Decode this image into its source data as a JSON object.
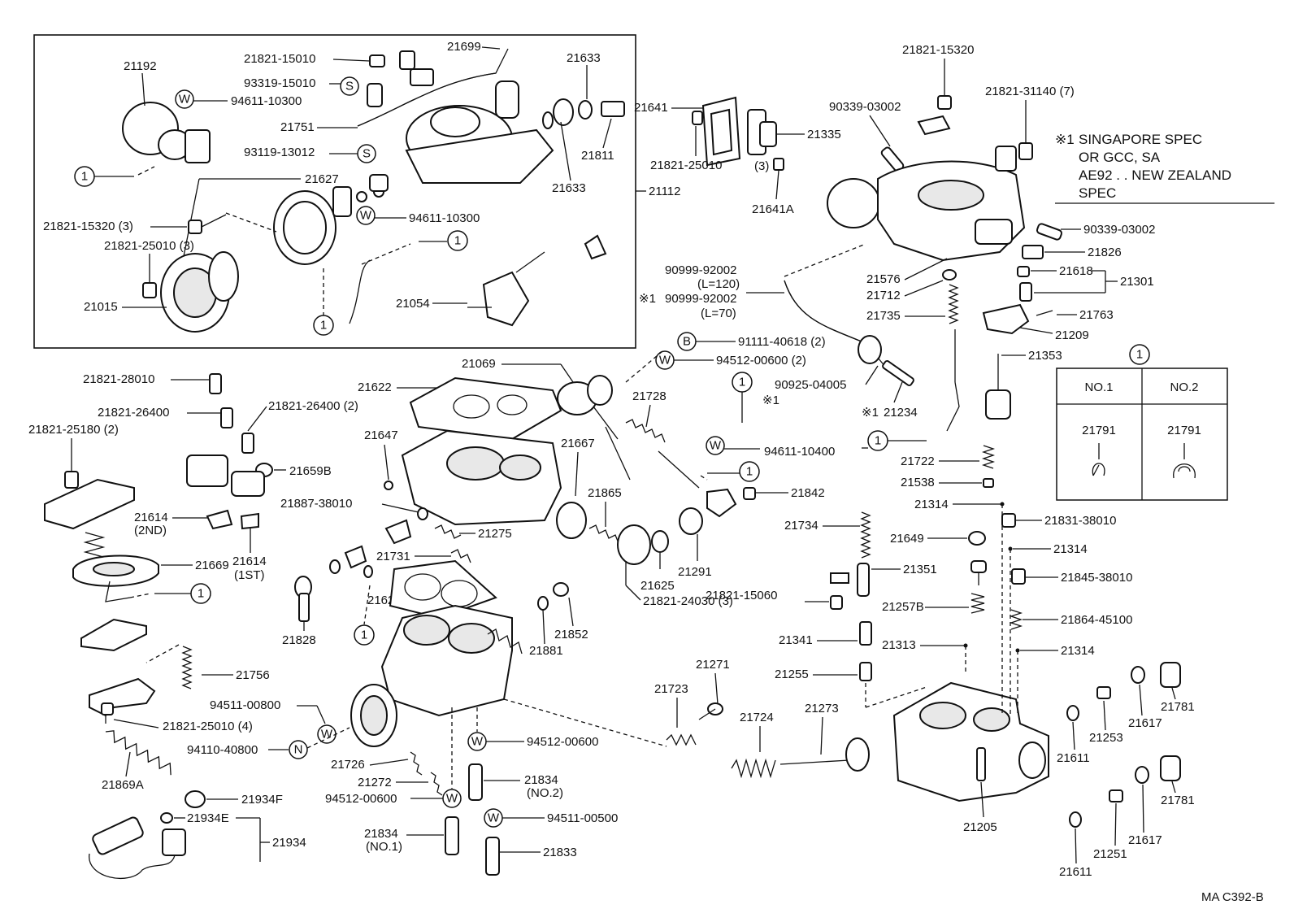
{
  "labels": {
    "p21192": "21192",
    "p21821_15010": "21821-15010",
    "p93319_15010": "93319-15010",
    "p94611_10300_a": "94611-10300",
    "p21699": "21699",
    "p21633_a": "21633",
    "p21751": "21751",
    "p21811": "21811",
    "p93119_13012": "93119-13012",
    "p21633_b": "21633",
    "p21627": "21627",
    "p94611_10300_b": "94611-10300",
    "p21821_15320_3": "21821-15320 (3)",
    "p21821_25010_3": "21821-25010 (3)",
    "p21015": "21015",
    "p21054": "21054",
    "p21112": "21112",
    "p21641": "21641",
    "p21821_25010": "21821-25010",
    "p21335": "21335",
    "p21335_qty": "(3)",
    "p21641A": "21641A",
    "p21821_15320": "21821-15320",
    "p90339_03002_a": "90339-03002",
    "p21821_31140": "21821-31140 (7)",
    "p90339_03002_b": "90339-03002",
    "p21826": "21826",
    "p21576": "21576",
    "p21712": "21712",
    "p21618": "21618",
    "p21301": "21301",
    "p21735": "21735",
    "p21763": "21763",
    "p21209": "21209",
    "p21353": "21353",
    "p90999_92002_a": "90999-92002",
    "p90999_92002_a_len": "(L=120)",
    "p90999_92002_b": "90999-92002",
    "p90999_92002_b_len": "(L=70)",
    "p91111_40618": "91111-40618 (2)",
    "p94512_00600_2": "94512-00600 (2)",
    "p90925_04005": "90925-04005",
    "p21234": "21234",
    "p94611_10400": "94611-10400",
    "p21722": "21722",
    "p21538": "21538",
    "p21069": "21069",
    "p21622": "21622",
    "p21728": "21728",
    "p21647": "21647",
    "p21667": "21667",
    "p21865": "21865",
    "p21887_38010": "21887-38010",
    "p21275": "21275",
    "p21842": "21842",
    "p21731": "21731",
    "p21291": "21291",
    "p21625": "21625",
    "p21623": "21623",
    "p21852": "21852",
    "p21881": "21881",
    "p21828": "21828",
    "p21821_24030": "21821-24030 (3)",
    "p21821_28010": "21821-28010",
    "p21821_26400": "21821-26400",
    "p21821_26400_2": "21821-26400 (2)",
    "p21821_25180": "21821-25180 (2)",
    "p21659B": "21659B",
    "p21614_2nd": "21614",
    "p21614_2nd_sub": "(2ND)",
    "p21614_1st": "21614",
    "p21614_1st_sub": "(1ST)",
    "p21669": "21669",
    "p21756": "21756",
    "p94511_00800": "94511-00800",
    "p21821_25010_4": "21821-25010 (4)",
    "p94110_40800": "94110-40800",
    "p21869A": "21869A",
    "p21726": "21726",
    "p21272": "21272",
    "p94512_00600_c": "94512-00600",
    "p94512_00600_d": "94512-00600",
    "p21834_no2": "21834",
    "p21834_no2_sub": "(NO.2)",
    "p94511_00500": "94511-00500",
    "p21834_no1": "21834",
    "p21834_no1_sub": "(NO.1)",
    "p21833": "21833",
    "p21934F": "21934F",
    "p21934E": "21934E",
    "p21934": "21934",
    "p21271": "21271",
    "p21723": "21723",
    "p21724": "21724",
    "p21273": "21273",
    "p21734": "21734",
    "p21649": "21649",
    "p21351": "21351",
    "p21821_15060": "21821-15060",
    "p21257B": "21257B",
    "p21341": "21341",
    "p21313": "21313",
    "p21255": "21255",
    "p21314_a": "21314",
    "p21831_38010": "21831-38010",
    "p21314_b": "21314",
    "p21845_38010": "21845-38010",
    "p21864_45100": "21864-45100",
    "p21314_c": "21314",
    "p21781_a": "21781",
    "p21617_a": "21617",
    "p21253": "21253",
    "p21611_a": "21611",
    "p21781_b": "21781",
    "p21617_b": "21617",
    "p21251": "21251",
    "p21611_b": "21611",
    "p21205": "21205"
  },
  "circle_marks": {
    "one": "1",
    "w": "W",
    "s": "S",
    "b": "B",
    "n": "N"
  },
  "notes": {
    "star_mark": "※1",
    "spec_line1": "SINGAPORE SPEC",
    "spec_line2": "OR GCC, SA",
    "spec_line3": "AE92 . . NEW ZEALAND",
    "spec_line4": "SPEC",
    "drawing_code": "MA  C392-B"
  },
  "inset_table": {
    "ref": "1",
    "col1_header": "NO.1",
    "col2_header": "NO.2",
    "col1_part": "21791",
    "col2_part": "21791"
  }
}
